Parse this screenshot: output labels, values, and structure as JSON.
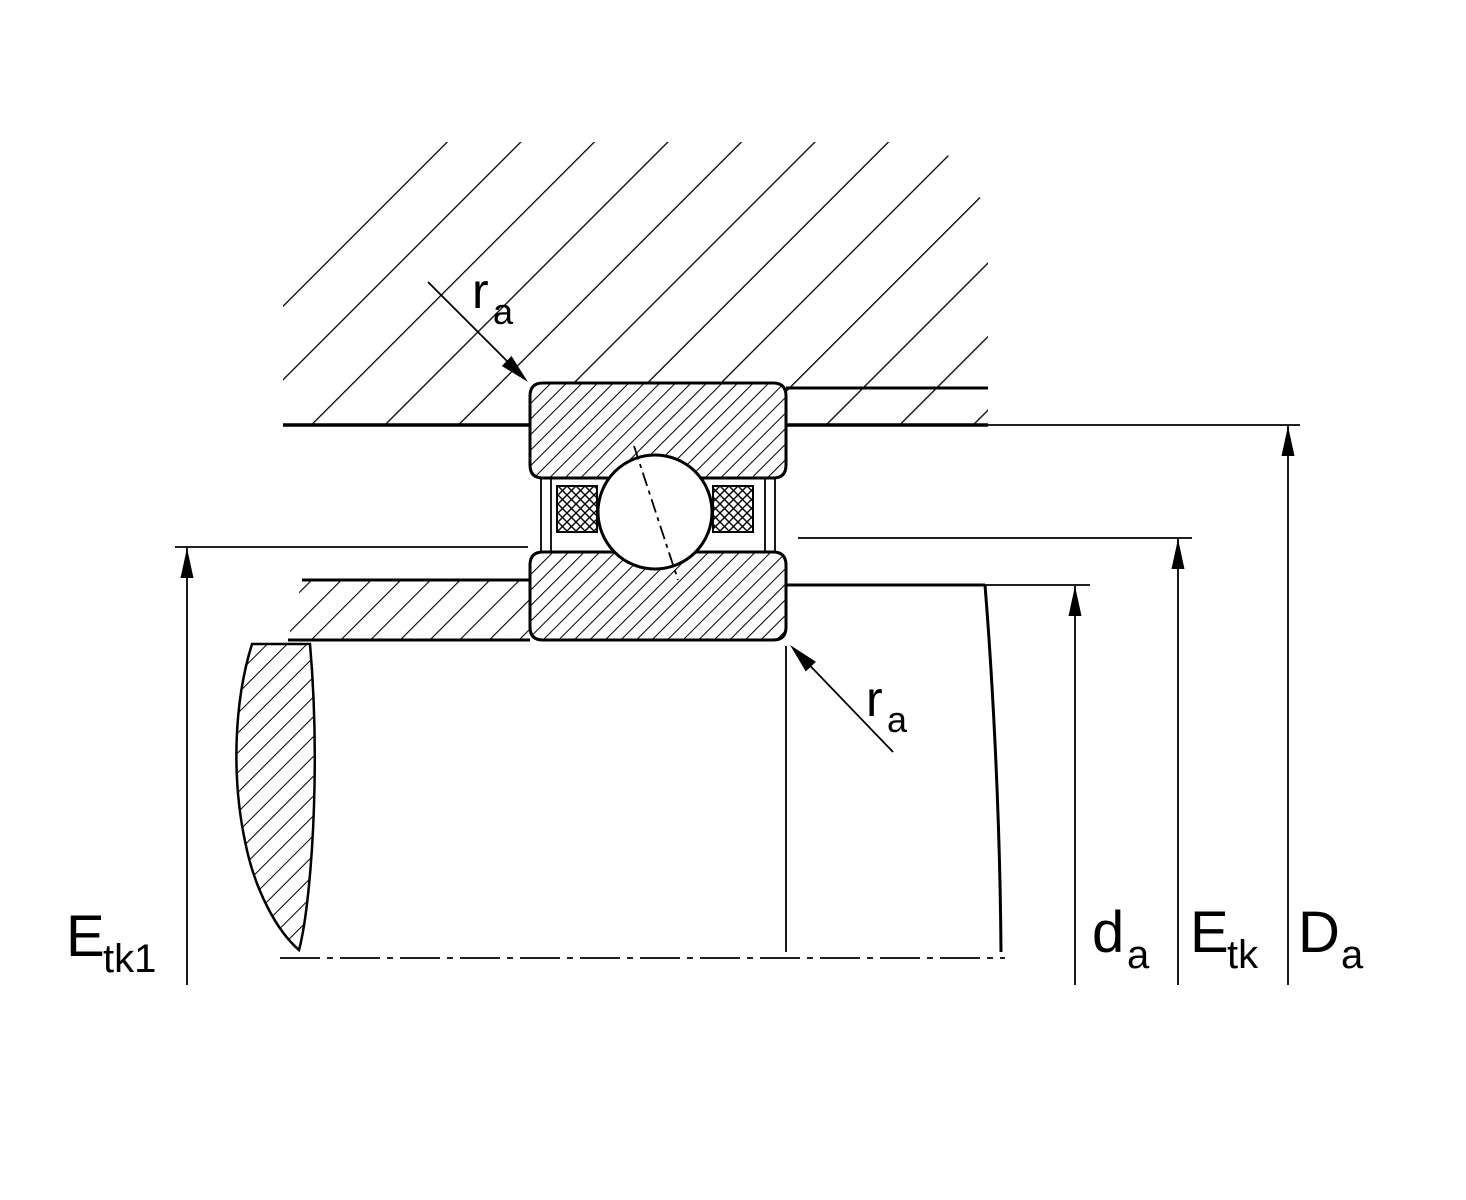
{
  "colors": {
    "background": "#ffffff",
    "line": "#000000"
  },
  "annotations": {
    "fillet_top": {
      "main": "r",
      "sub": "a"
    },
    "fillet_bottom": {
      "main": "r",
      "sub": "a"
    }
  },
  "dimensions": {
    "etk1": {
      "main": "E",
      "sub": "tk1"
    },
    "da": {
      "main": "d",
      "sub": "a"
    },
    "etk": {
      "main": "E",
      "sub": "tk"
    },
    "Da": {
      "main": "D",
      "sub": "a"
    }
  }
}
